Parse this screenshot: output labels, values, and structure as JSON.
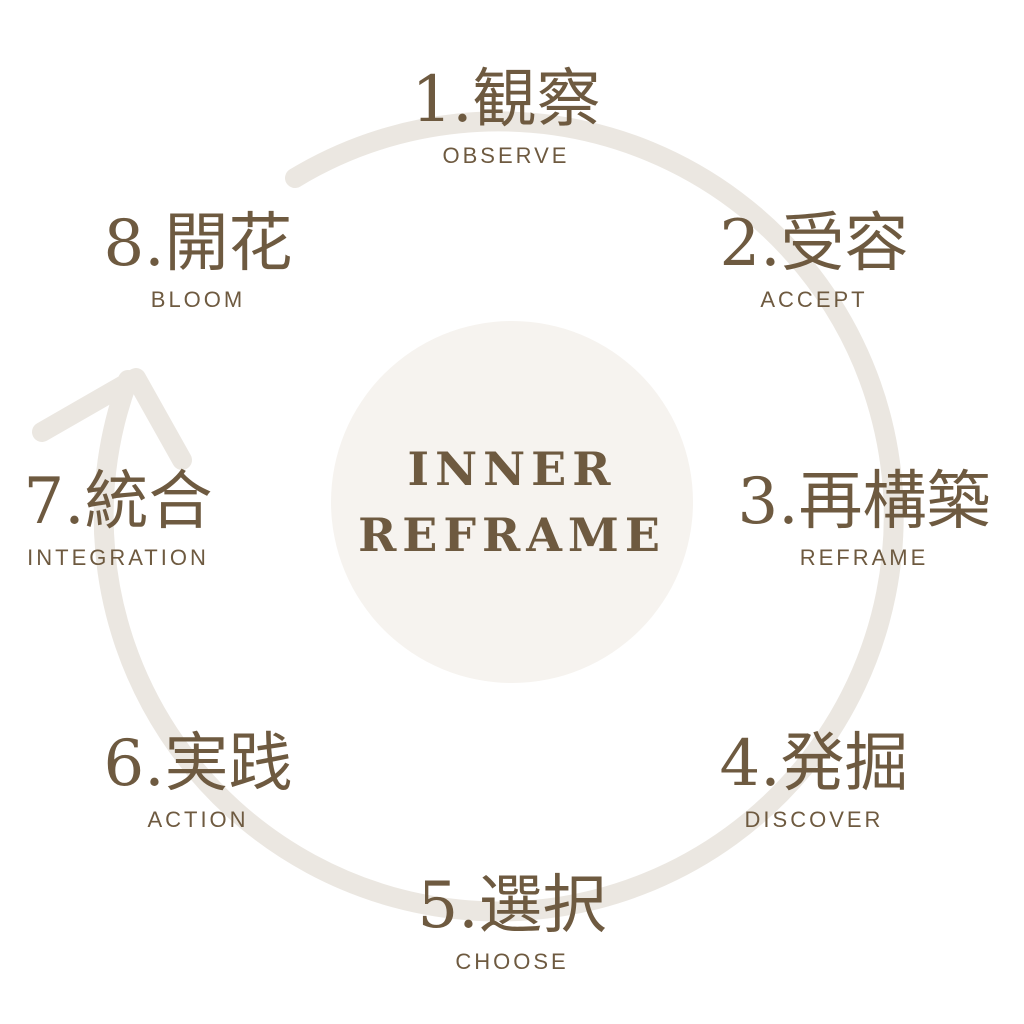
{
  "colors": {
    "text": "#6e5a40",
    "ring": "#ebe7e1",
    "center_fill": "#f6f3ef"
  },
  "center": {
    "line1": "INNER",
    "line2": "REFRAME"
  },
  "stages": [
    {
      "jp": "1.観察",
      "en": "OBSERVE"
    },
    {
      "jp": "2.受容",
      "en": "ACCEPT"
    },
    {
      "jp": "3.再構築",
      "en": "REFRAME"
    },
    {
      "jp": "4.発掘",
      "en": "DISCOVER"
    },
    {
      "jp": "5.選択",
      "en": "CHOOSE"
    },
    {
      "jp": "6.実践",
      "en": "ACTION"
    },
    {
      "jp": "7.統合",
      "en": "INTEGRATION"
    },
    {
      "jp": "8.開花",
      "en": "BLOOM"
    }
  ]
}
